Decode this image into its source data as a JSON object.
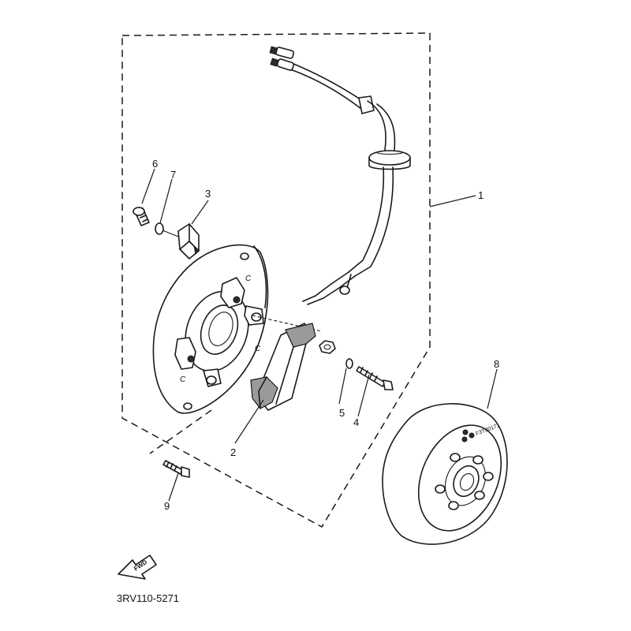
{
  "diagram_code": "3RV110-5271",
  "fwd_label": "FWD",
  "stamp_text": "F3T80171",
  "parts": [
    {
      "id": "part-1",
      "label": "1"
    },
    {
      "id": "part-2",
      "label": "2"
    },
    {
      "id": "part-3",
      "label": "3"
    },
    {
      "id": "part-4",
      "label": "4"
    },
    {
      "id": "part-5",
      "label": "5"
    },
    {
      "id": "part-6",
      "label": "6"
    },
    {
      "id": "part-7",
      "label": "7"
    },
    {
      "id": "part-8",
      "label": "8"
    },
    {
      "id": "part-9",
      "label": "9"
    }
  ],
  "plate_marks": [
    "C",
    "C",
    "C"
  ]
}
